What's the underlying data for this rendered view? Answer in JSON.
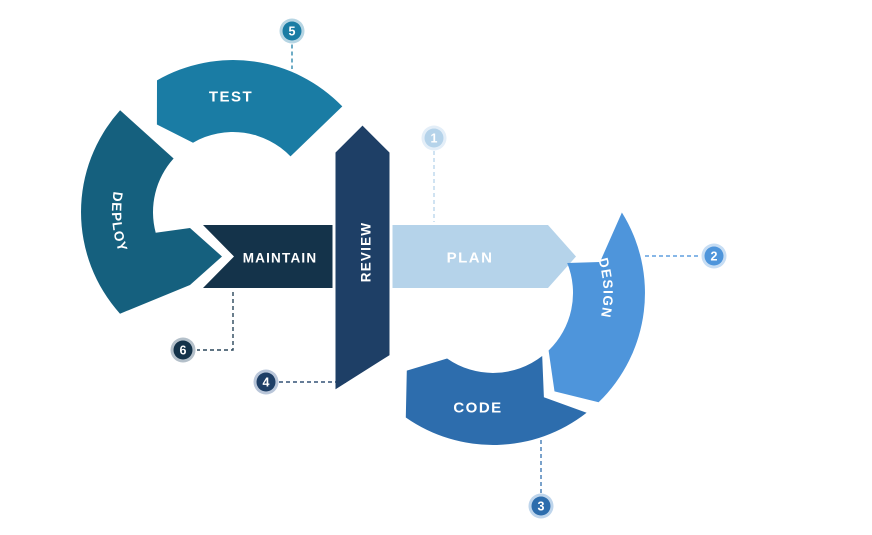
{
  "diagram": {
    "background": "#FFFFFF",
    "stages": [
      {
        "label": "PLAN",
        "number": "1",
        "color": "#B5D3EA",
        "tint": "#E3EEF8"
      },
      {
        "label": "DESIGN",
        "number": "2",
        "color": "#4E95DB",
        "tint": "#C6DDF4"
      },
      {
        "label": "CODE",
        "number": "3",
        "color": "#2D6DAD",
        "tint": "#BED5EC"
      },
      {
        "label": "REVIEW",
        "number": "4",
        "color": "#1E3F66",
        "tint": "#B9C6D9"
      },
      {
        "label": "TEST",
        "number": "5",
        "color": "#1A7CA4",
        "tint": "#B6D5E3"
      },
      {
        "label": "MAINTAIN",
        "number": "6",
        "color": "#14334A",
        "tint": "#B4C0CA"
      },
      {
        "label": "DEPLOY",
        "number": "",
        "color": "#15607E",
        "tint": "#B5CFDA"
      }
    ]
  }
}
